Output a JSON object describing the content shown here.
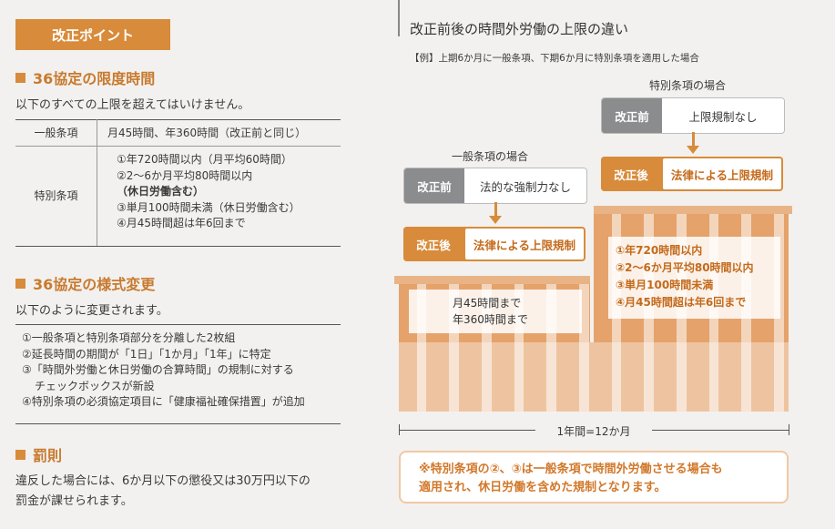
{
  "badge": "改正ポイント",
  "sec1": {
    "title": "36協定の限度時間",
    "desc": "以下のすべての上限を超えてはいけません。",
    "row1_label": "一般条項",
    "row1_value": "月45時間、年360時間（改正前と同じ）",
    "row2_label": "特別条項",
    "row2_items": [
      "①年720時間以内（月平均60時間）",
      "②2～6か月平均80時間以内",
      "（休日労働含む）",
      "③単月100時間未満（休日労働含む）",
      "④月45時間超は年6回まで"
    ]
  },
  "sec2": {
    "title": "36協定の様式変更",
    "desc": "以下のように変更されます。",
    "items": [
      "①一般条項と特別条項部分を分離した2枚組",
      "②延長時間の期間が「1日」「1か月」「1年」に特定",
      "③「時間外労働と休日労働の合算時間」の規制に対する",
      "チェックボックスが新設",
      "④特別条項の必須協定項目に「健康福祉確保措置」が追加"
    ]
  },
  "sec3": {
    "title": "罰則",
    "desc1": "違反した場合には、6か月以下の懲役又は30万円以下の",
    "desc2": "罰金が課せられます。"
  },
  "right": {
    "title": "改正前後の時間外労働の上限の違い",
    "example": "【例】上期6か月に一般条項、下期6か月に特別条項を適用した場合",
    "general_case": "一般条項の場合",
    "special_case": "特別条項の場合",
    "before_label": "改正前",
    "after_label": "改正後",
    "general_before": "法的な強制力なし",
    "general_after": "法律による上限規制",
    "special_before": "上限規制なし",
    "special_after": "法律による上限規制",
    "general_limit1": "月45時間まで",
    "general_limit2": "年360時間まで",
    "special_limits": [
      "①年720時間以内",
      "②2～6か月平均80時間以内",
      "③単月100時間未満",
      "④月45時間超は年6回まで"
    ],
    "year_label": "1年間=12か月",
    "note1": "※特別条項の②、③は一般条項で時間外労働させる場合も",
    "note2": "適用され、休日労働を含めた規制となります。"
  }
}
